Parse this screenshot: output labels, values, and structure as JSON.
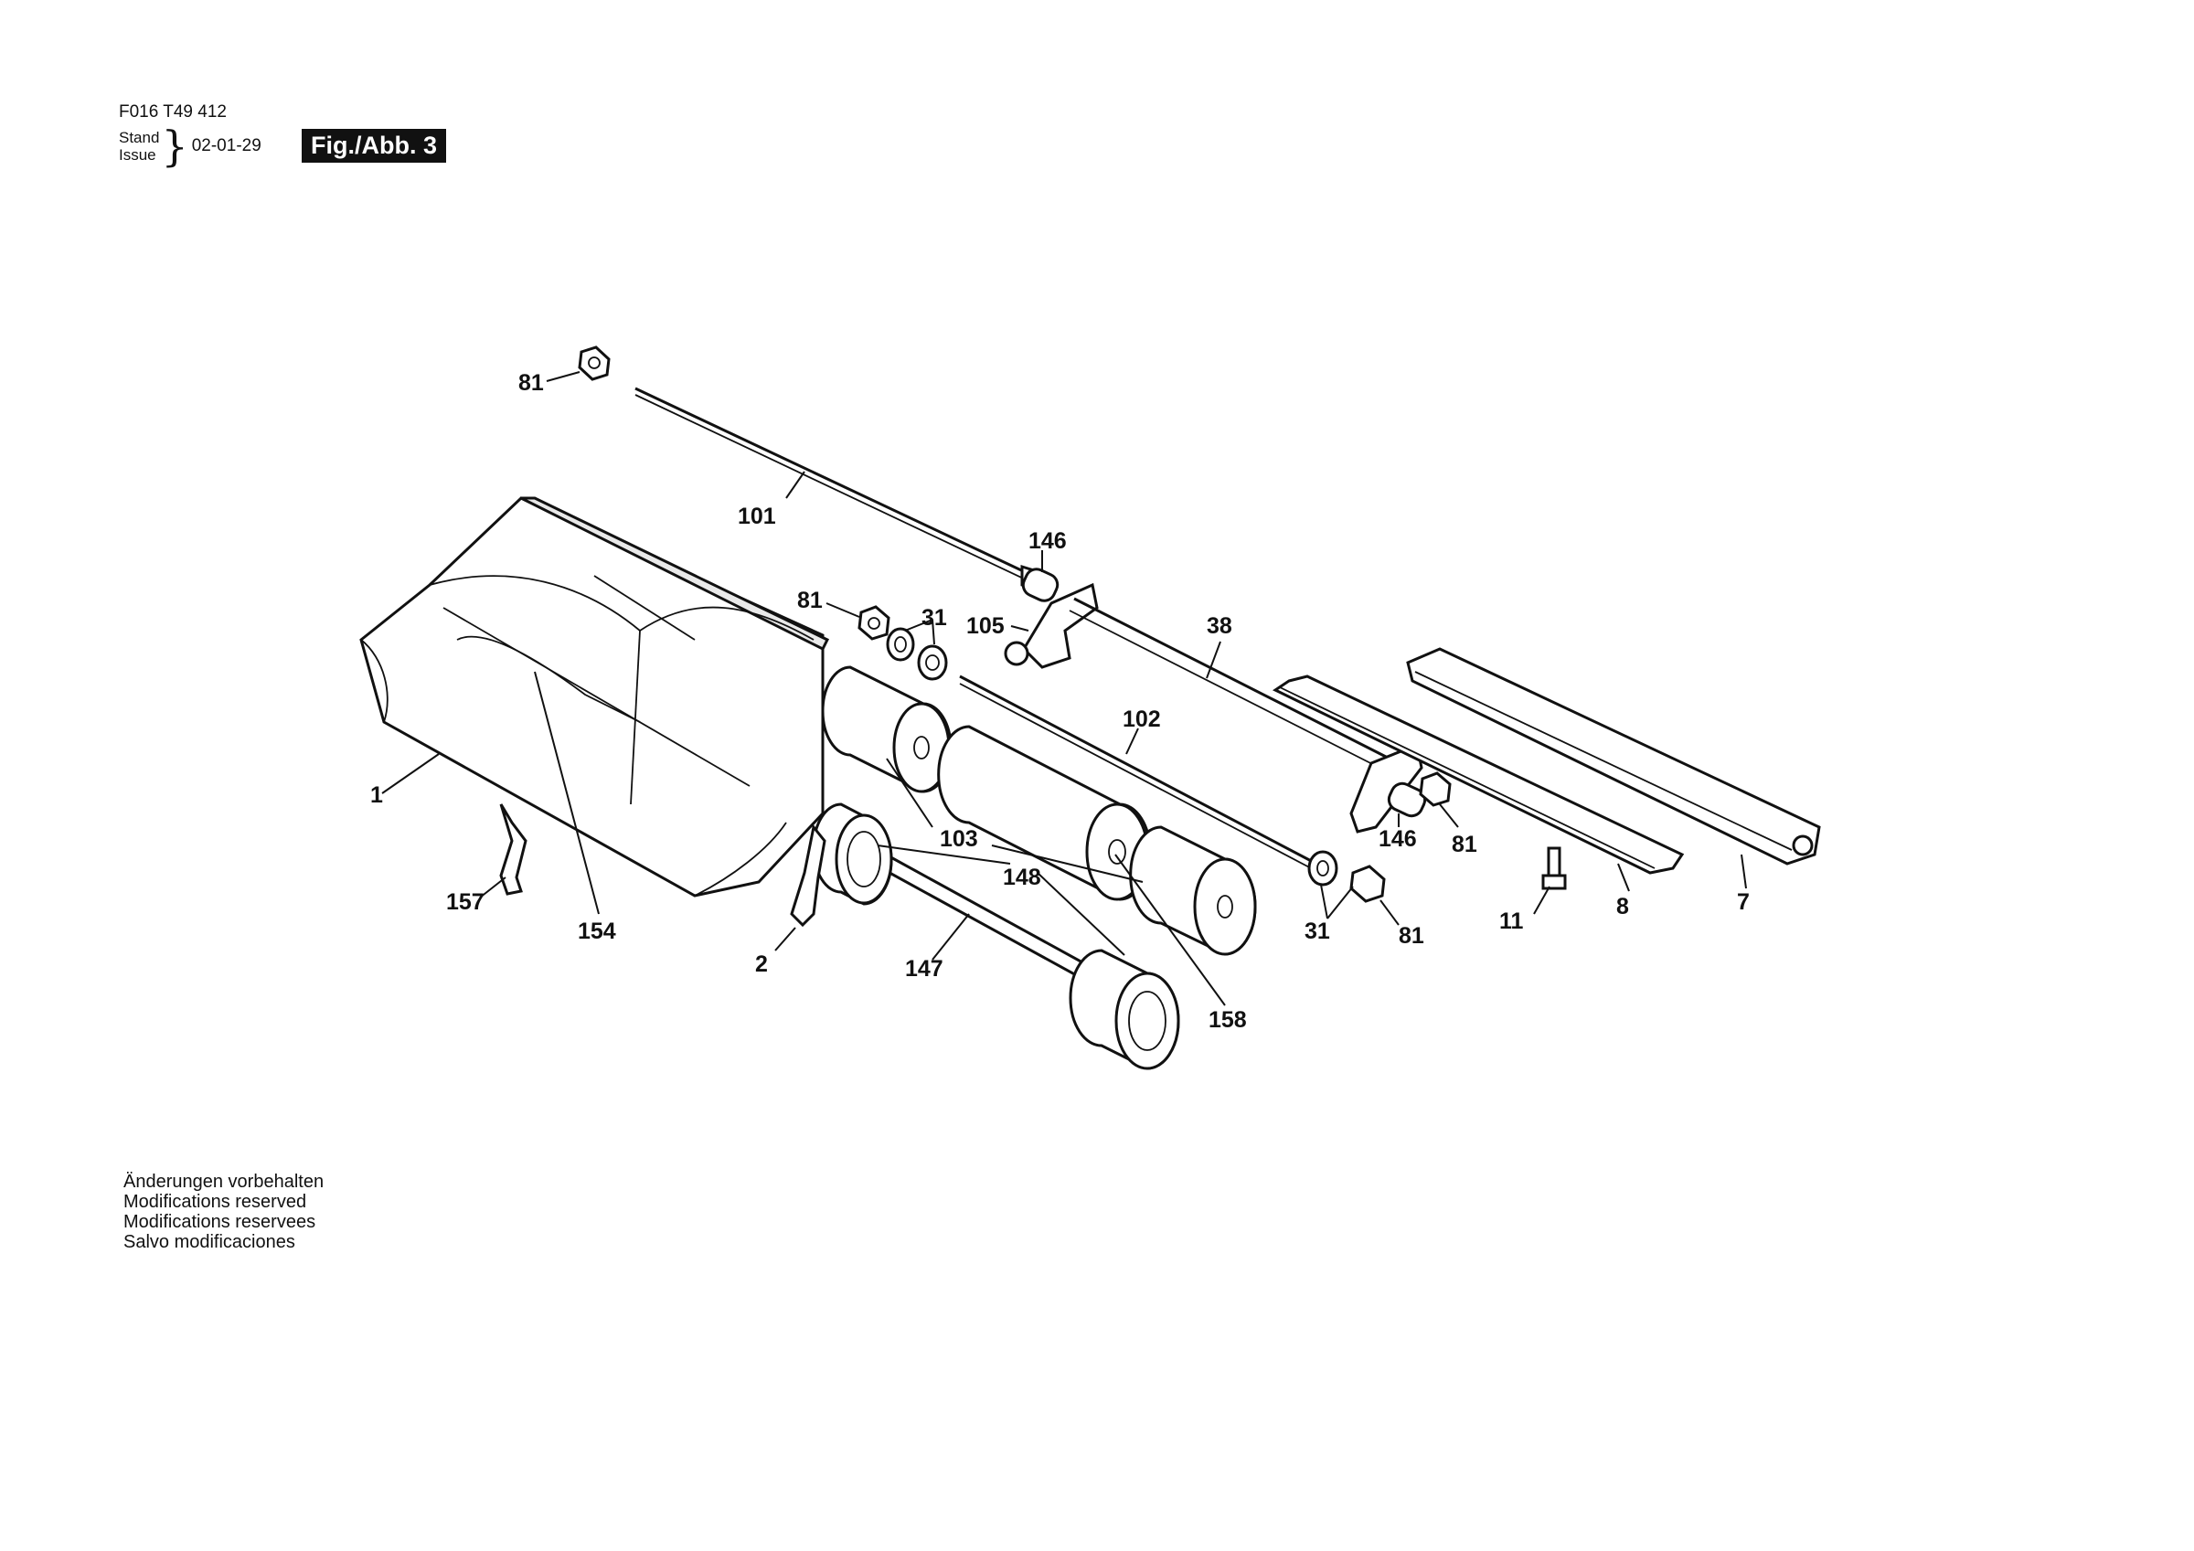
{
  "header": {
    "doc_number": "F016 T49 412",
    "stand_label": "Stand",
    "issue_label": "Issue",
    "date": "02-01-29",
    "figure_label": "Fig./Abb. 3"
  },
  "callouts": {
    "c81_top": "81",
    "c101": "101",
    "c146_top": "146",
    "c81_mid": "81",
    "c31_top": "31",
    "c105": "105",
    "c38": "38",
    "c102": "102",
    "c1": "1",
    "c103": "103",
    "c148": "148",
    "c146_right": "146",
    "c81_right": "81",
    "c157": "157",
    "c154": "154",
    "c2": "2",
    "c147": "147",
    "c158": "158",
    "c31_bottom": "31",
    "c81_bottom": "81",
    "c11": "11",
    "c8": "8",
    "c7": "7"
  },
  "notes": [
    "Änderungen vorbehalten",
    "Modifications reserved",
    "Modifications reservees",
    "Salvo modificaciones"
  ]
}
